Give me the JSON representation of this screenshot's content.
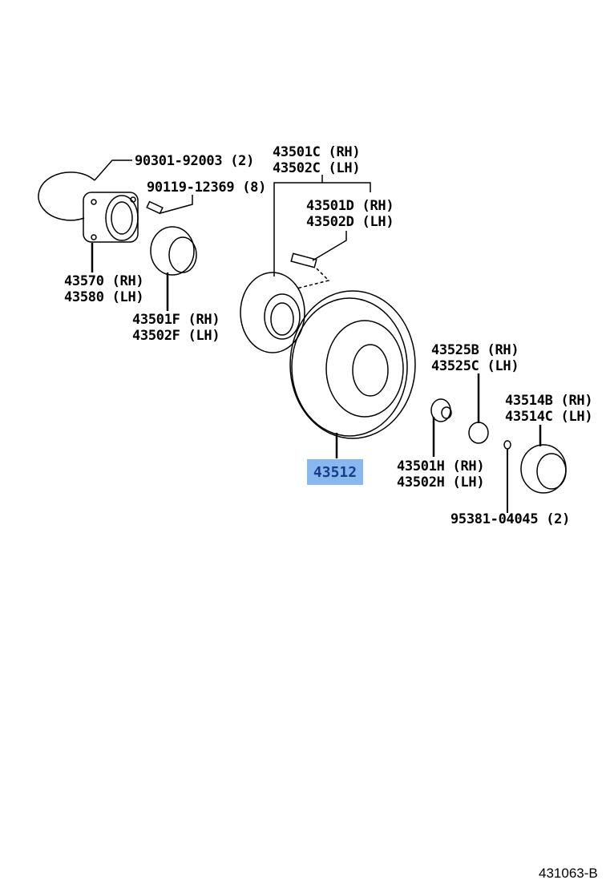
{
  "labels": {
    "bolt_9030192003": "90301-92003 (2)",
    "bolt_9011912369": "90119-12369 (8)",
    "hub_c_rh": "43501C (RH)",
    "hub_c_lh": "43502C (LH)",
    "bolt_d_rh": "43501D (RH)",
    "bolt_d_lh": "43502D (LH)",
    "bearing_rh": "43570 (RH)",
    "bearing_lh": "43580 (LH)",
    "seal_f_rh": "43501F (RH)",
    "seal_f_lh": "43502F (LH)",
    "nut_b_rh": "43525B (RH)",
    "nut_c_lh": "43525C (LH)",
    "cap_b_rh": "43514B (RH)",
    "cap_c_lh": "43514C (LH)",
    "washer_h_rh": "43501H (RH)",
    "washer_h_lh": "43502H (LH)",
    "cotter_pin": "95381-04045 (2)",
    "disc_highlighted": "43512"
  },
  "highlight_color": "#88b8ee",
  "diagram_code": "431063-B"
}
